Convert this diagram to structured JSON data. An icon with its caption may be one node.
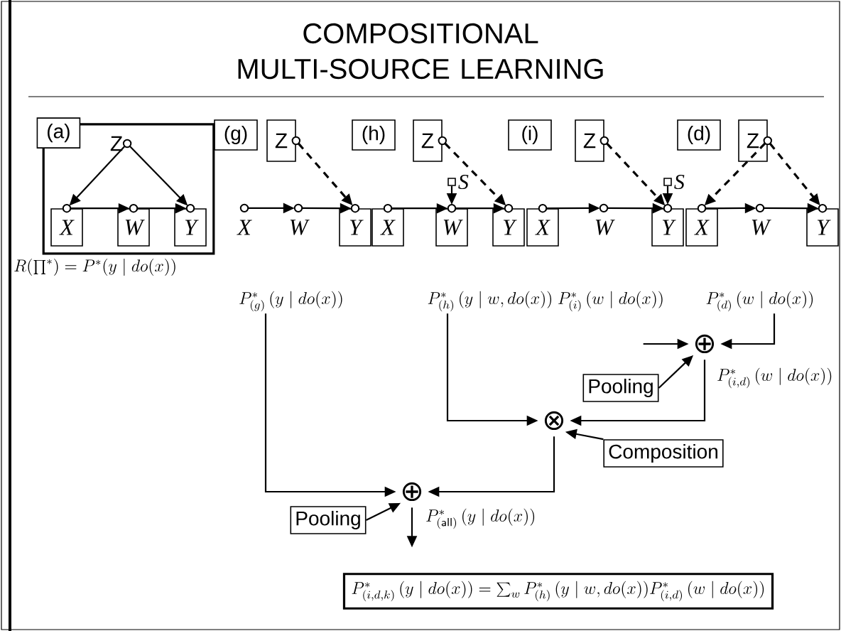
{
  "diagram": {
    "title": "COMPOSITIONAL MULTI-SOURCE LEARNING",
    "nodes": [
      {
        "text": [
          "(a)"
        ]
      },
      {
        "text": [
          "Z"
        ],
        "in": 0
      },
      {
        "text": [
          "X"
        ],
        "in": 0
      },
      {
        "text": [
          "W"
        ],
        "in": 0
      },
      {
        "text": [
          "Y"
        ],
        "in": 0
      },
      {
        "text": [
          "(g)"
        ]
      },
      {
        "text": [
          "Z"
        ]
      },
      {
        "text": [
          "X"
        ]
      },
      {
        "text": [
          "W"
        ]
      },
      {
        "text": [
          "Y"
        ]
      },
      {
        "text": [
          "(h)"
        ]
      },
      {
        "text": [
          "Z"
        ]
      },
      {
        "text": [
          "S"
        ]
      },
      {
        "text": [
          "X"
        ]
      },
      {
        "text": [
          "W"
        ]
      },
      {
        "text": [
          "Y"
        ]
      },
      {
        "text": [
          "(i)"
        ]
      },
      {
        "text": [
          "Z"
        ]
      },
      {
        "text": [
          "S"
        ]
      },
      {
        "text": [
          "X"
        ]
      },
      {
        "text": [
          "W"
        ]
      },
      {
        "text": [
          "Y"
        ]
      },
      {
        "text": [
          "(d)"
        ]
      },
      {
        "text": [
          "Z"
        ]
      },
      {
        "text": [
          "X"
        ]
      },
      {
        "text": [
          "W"
        ]
      },
      {
        "text": [
          "Y"
        ]
      },
      {
        "text": [
          "P^*_{(g)}\\,(y \\mid do(x))"
        ]
      },
      {
        "text": [
          "P^*_{(h)}\\,(y \\mid w, do(x))"
        ]
      },
      {
        "text": [
          "P^*_{(d)}\\,(w \\mid do(x))"
        ]
      },
      {
        "text": [
          "⊕"
        ],
        "beside": [
          "P^*_{(i,d)}\\,(w \\mid do(x))"
        ]
      },
      {
        "text": [
          "Pooling"
        ]
      },
      {
        "text": [
          "⊗"
        ]
      },
      {
        "text": [
          "Composition"
        ]
      },
      {
        "text": [
          "⊕"
        ],
        "beside": [
          "P^*_{(\\mathsf{all})}\\,(y \\mid do(x))"
        ]
      },
      {
        "text": [
          "Pooling"
        ]
      },
      {
        "text": [
          "P^*_{(i,d,k)}\\,(y \\mid do(x)) = \\sum_{w} P^*_{(h)}\\,(y \\mid w, do(x)) P^*_{(i,d)}\\,(w \\mid do(x))"
        ]
      }
    ],
    "edges": [
      {
        "from": 1,
        "to": 2,
        "arrow": "to"
      },
      {
        "from": 1,
        "to": 4,
        "arrow": "to"
      },
      {
        "from": 2,
        "to": 3,
        "arrow": "to"
      },
      {
        "from": 3,
        "to": 4,
        "arrow": "to"
      },
      {
        "from": 7,
        "to": 8,
        "arrow": "to"
      },
      {
        "from": 8,
        "to": 9,
        "arrow": "to"
      },
      {
        "from": 6,
        "to": 9,
        "arrow": "to",
        "style": "dashed"
      },
      {
        "from": 13,
        "to": 14,
        "arrow": "to"
      },
      {
        "from": 14,
        "to": 15,
        "arrow": "to"
      },
      {
        "from": 11,
        "to": 15,
        "arrow": "to",
        "style": "dashed"
      },
      {
        "from": 12,
        "to": 14,
        "arrow": "to"
      },
      {
        "from": 19,
        "to": 20,
        "arrow": "to"
      },
      {
        "from": 20,
        "to": 21,
        "arrow": "to"
      },
      {
        "from": 17,
        "to": 21,
        "arrow": "to",
        "style": "dashed"
      },
      {
        "from": 18,
        "to": 21,
        "arrow": "to"
      },
      {
        "from": 24,
        "to": 25,
        "arrow": "to"
      },
      {
        "from": 25,
        "to": 26,
        "arrow": "to"
      },
      {
        "from": 23,
        "to": 24,
        "arrow": "to",
        "style": "dashed"
      },
      {
        "from": 23,
        "to": 26,
        "arrow": "to",
        "style": "dashed"
      },
      {
        "from": 27,
        "to": 34,
        "arrow": "to"
      },
      {
        "from": 28,
        "to": 32,
        "arrow": "to"
      },
      {
        "from": 29,
        "to": 30,
        "arrow": "to"
      },
      {
        "from": null,
        "to": 30,
        "arrow": "to"
      },
      {
        "from": 30,
        "to": 32,
        "arrow": "to"
      },
      {
        "from": 32,
        "to": 34,
        "arrow": "to"
      },
      {
        "from": 34,
        "to": null,
        "arrow": "to"
      },
      {
        "from": 31,
        "to": 30,
        "arrow": "to"
      },
      {
        "from": 33,
        "to": 32,
        "arrow": "to"
      },
      {
        "from": 35,
        "to": 34,
        "arrow": "to"
      }
    ],
    "labels": [
      "R(\\textstyle\\prod^*) = P^*(y \\mid do(x))",
      "P^*_{(i)}\\,(w \\mid do(x))"
    ]
  }
}
